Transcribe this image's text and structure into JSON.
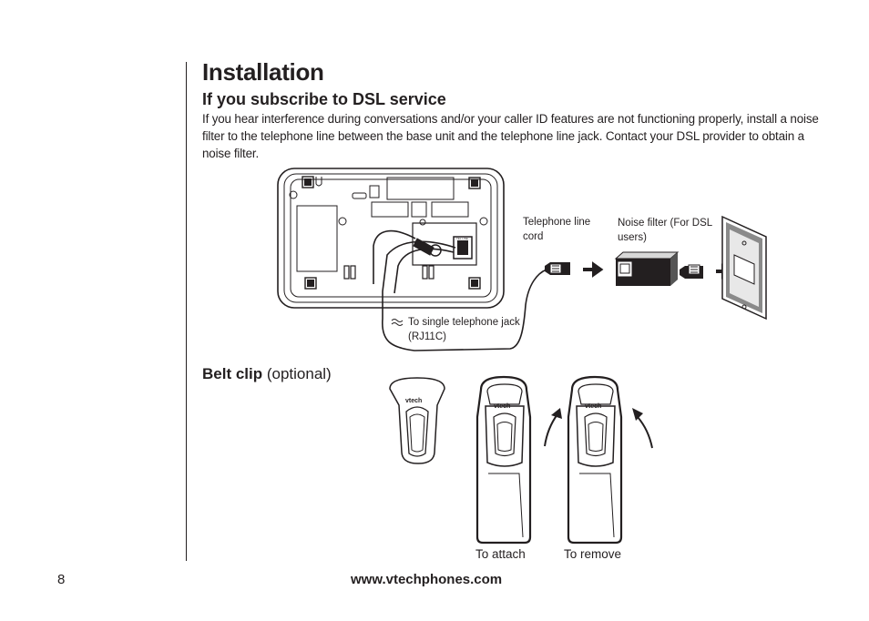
{
  "page": {
    "title": "Installation",
    "dsl_heading": "If you subscribe to DSL service",
    "dsl_body": "If you hear interference during conversations and/or your caller ID features are not functioning properly, install a noise filter to the telephone line between the base unit and the telephone line jack. Contact your DSL provider to obtain a noise filter.",
    "belt_heading_bold": "Belt clip",
    "belt_heading_rest": " (optional)",
    "page_number": "8",
    "footer_url": "www.vtechphones.com"
  },
  "diagram": {
    "line_cord_label": "Telephone line cord",
    "noise_filter_label": "Noise filter (For DSL users)",
    "jack_label": "To single telephone jack (RJ11C)",
    "tel_line_tag": "TEL LINE",
    "brand": "vtech"
  },
  "belt_clip": {
    "attach_caption": "To attach",
    "remove_caption": "To remove"
  }
}
